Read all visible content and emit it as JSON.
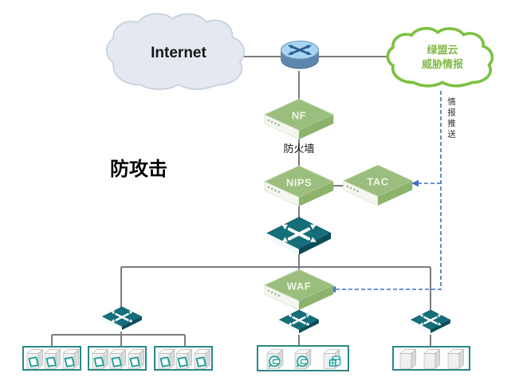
{
  "diagram": {
    "internet": {
      "label": "Internet"
    },
    "threat_cloud": {
      "line1": "绿盟云",
      "line2": "威胁情报"
    },
    "intel_push": {
      "label": "情报推送"
    },
    "zone": {
      "label": "防攻击"
    },
    "devices": {
      "nf": {
        "label": "NF",
        "caption": "防火墙"
      },
      "nips": {
        "label": "NIPS"
      },
      "tac": {
        "label": "TAC"
      },
      "waf": {
        "label": "WAF"
      }
    }
  },
  "colors": {
    "appliance_green": "#9ABE7D",
    "appliance_face": "#F4F7EF",
    "appliance_side": "#8CB26C",
    "switch_teal": "#156F7A",
    "switch_dark": "#0B4B56",
    "switch_face": "#F2FAFA",
    "router_top": "#A9D4F2",
    "router_body": "#5E87AD",
    "router_arrow": "#2C5F90",
    "internet_cloud_fill": "#E4E9F1",
    "internet_cloud_stroke": "#C9D2DF",
    "threat_cloud_stroke": "#7CC142",
    "threat_text": "#7FBA45",
    "connector_gray": "#7C7C7C",
    "dashed_blue": "#3F6EC6",
    "group_border": "#2B8787",
    "server_teal": "#149D95",
    "device_label": "#EFF5E6",
    "text_dark": "#111111"
  }
}
